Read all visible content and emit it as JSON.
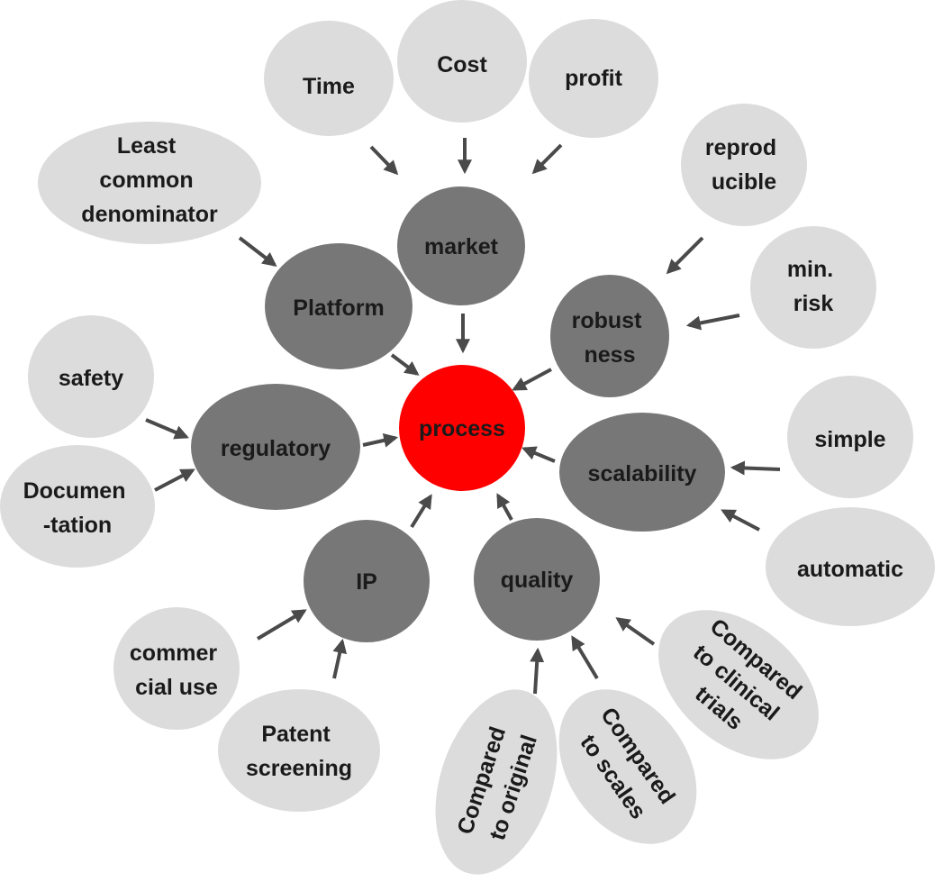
{
  "center": {
    "label": "process",
    "color": "#ff0000"
  },
  "primary_nodes": [
    {
      "id": "market",
      "label": "market"
    },
    {
      "id": "platform",
      "label": "Platform"
    },
    {
      "id": "robustness",
      "label": "robust ness"
    },
    {
      "id": "regulatory",
      "label": "regulatory"
    },
    {
      "id": "scalability",
      "label": "scalability"
    },
    {
      "id": "ip",
      "label": "IP"
    },
    {
      "id": "quality",
      "label": "quality"
    }
  ],
  "secondary_nodes": [
    {
      "id": "time",
      "label": "Time",
      "target": "market"
    },
    {
      "id": "cost",
      "label": "Cost",
      "target": "market"
    },
    {
      "id": "profit",
      "label": "profit",
      "target": "market"
    },
    {
      "id": "least-common-denominator",
      "label": "Least common denominator",
      "target": "platform"
    },
    {
      "id": "reproducible",
      "label": "reprod ucible",
      "target": "robustness"
    },
    {
      "id": "min-risk",
      "label": "min. risk",
      "target": "robustness"
    },
    {
      "id": "safety",
      "label": "safety",
      "target": "regulatory"
    },
    {
      "id": "documentation",
      "label": "Documen -tation",
      "target": "regulatory"
    },
    {
      "id": "simple",
      "label": "simple",
      "target": "scalability"
    },
    {
      "id": "automatic",
      "label": "automatic",
      "target": "scalability"
    },
    {
      "id": "commercial-use",
      "label": "commer cial use",
      "target": "ip"
    },
    {
      "id": "patent-screening",
      "label": "Patent screening",
      "target": "ip"
    },
    {
      "id": "compared-to-original",
      "label": "Compared to original",
      "target": "quality"
    },
    {
      "id": "compared-to-scales",
      "label": "Compared to scales",
      "target": "quality"
    },
    {
      "id": "compared-to-clinical-trials",
      "label": "Compared to clinical trials",
      "target": "quality"
    }
  ],
  "colors": {
    "secondary_fill": "#dcdcdc",
    "primary_fill": "#777777",
    "arrow": "#4a4a4a",
    "text": "#1a1a1a"
  }
}
